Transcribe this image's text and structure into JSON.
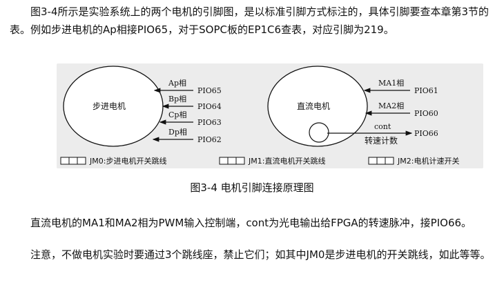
{
  "paragraphs": {
    "intro": "图3-4所示是实验系统上的两个电机的引脚图，是以标准引脚方式标注的，具体引脚要查本章第3节的表。例如步进电机的Ap相接PIO65，对于SOPC板的EP1C6查表，对应引脚为219。",
    "dc_motor": "直流电机的MA1和MA2相为PWM输入控制端，cont为光电输出给FPGA的转速脉冲，接PIO66。",
    "note": "注意，不做电机实验时要通过3个跳线座，禁止它们；如其中JM0是步进电机的开关跳线，如此等等。"
  },
  "figure": {
    "stepper": {
      "name": "步进电机",
      "phases": [
        {
          "phase": "Ap相",
          "pin": "PIO65"
        },
        {
          "phase": "Bp相",
          "pin": "PIO64"
        },
        {
          "phase": "Cp相",
          "pin": "PIO63"
        },
        {
          "phase": "Dp相",
          "pin": "PIO62"
        }
      ]
    },
    "dc": {
      "name": "直流电机",
      "inputs": [
        {
          "phase": "MA1相",
          "pin": "PIO61"
        },
        {
          "phase": "MA2相",
          "pin": "PIO60"
        }
      ],
      "output": {
        "signal": "cont",
        "pin": "PIO66",
        "desc": "转速计数"
      }
    },
    "jumpers": [
      {
        "label": "JM0:步进电机开关跳线"
      },
      {
        "label": "JM1:直流电机开关跳线"
      },
      {
        "label": "JM2:电机计速开关"
      }
    ],
    "caption": "图3-4  电机引脚连接原理图"
  }
}
